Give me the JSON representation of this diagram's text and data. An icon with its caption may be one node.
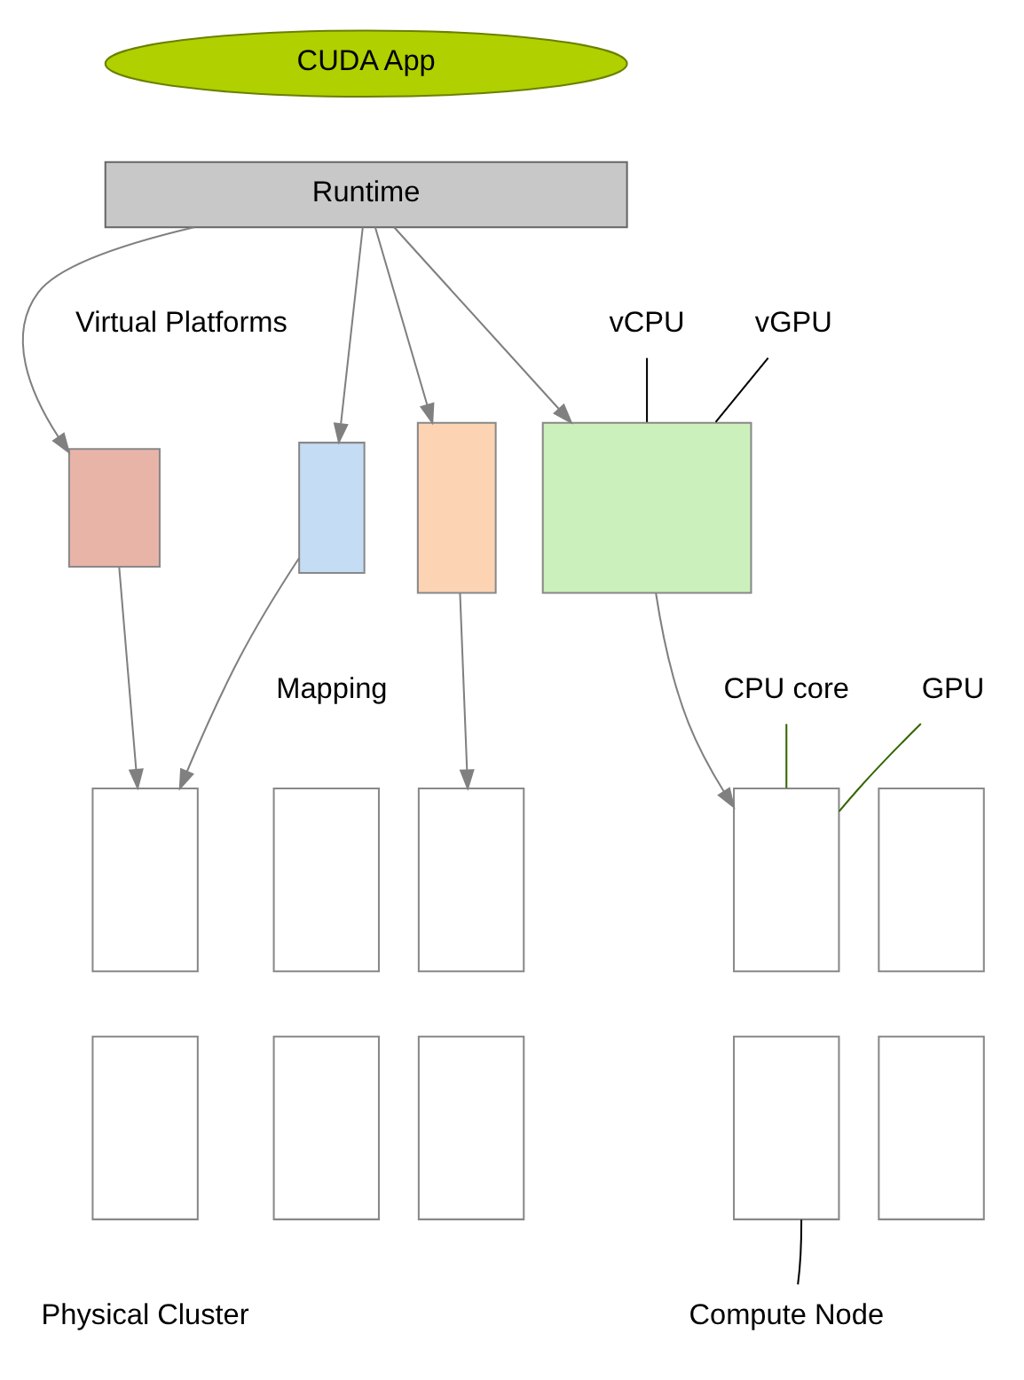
{
  "diagram": {
    "nodes": [
      {
        "text": [
          "CUDA App"
        ]
      },
      {
        "text": [
          "Runtime"
        ]
      },
      {
        "text": [
          "vCPU"
        ]
      },
      {
        "text": [
          "vGPU"
        ]
      },
      {
        "text": [],
        "shape": "box"
      },
      {
        "text": [],
        "shape": "box"
      },
      {
        "text": [],
        "shape": "box"
      },
      {
        "text": [],
        "shape": "box"
      },
      {
        "text": [
          "CPU core"
        ]
      },
      {
        "text": [
          "GPU"
        ]
      },
      {
        "text": [],
        "shape": "box"
      },
      {
        "text": [],
        "shape": "box"
      },
      {
        "text": [],
        "shape": "box"
      },
      {
        "text": [],
        "shape": "box"
      },
      {
        "text": [],
        "shape": "box"
      },
      {
        "text": [],
        "shape": "box"
      },
      {
        "text": [],
        "shape": "box"
      },
      {
        "text": [],
        "shape": "box"
      },
      {
        "text": [],
        "shape": "box"
      },
      {
        "text": [],
        "shape": "box"
      },
      {
        "text": [
          "Compute Node"
        ]
      }
    ],
    "edges": [
      {
        "from": 1,
        "to": 4,
        "arrow": "to"
      },
      {
        "from": 1,
        "to": 5,
        "arrow": "to"
      },
      {
        "from": 1,
        "to": 6,
        "arrow": "to"
      },
      {
        "from": 1,
        "to": 7,
        "arrow": "to"
      },
      {
        "from": 2,
        "to": 7,
        "arrow": "none",
        "color": "#000000"
      },
      {
        "from": 3,
        "to": 7,
        "arrow": "none",
        "color": "#000000"
      },
      {
        "from": 4,
        "to": 10,
        "arrow": "to"
      },
      {
        "from": 5,
        "to": 10,
        "arrow": "to"
      },
      {
        "from": 6,
        "to": 12,
        "arrow": "to"
      },
      {
        "from": 7,
        "to": 14,
        "arrow": "to"
      },
      {
        "from": 8,
        "to": 14,
        "arrow": "none",
        "color": "#336600"
      },
      {
        "from": 9,
        "to": 14,
        "arrow": "none",
        "color": "#336600"
      },
      {
        "from": 20,
        "to": 19,
        "arrow": "none",
        "color": "#000000"
      }
    ],
    "labels": [
      "Virtual Platforms",
      "Mapping",
      "Physical Cluster"
    ]
  }
}
